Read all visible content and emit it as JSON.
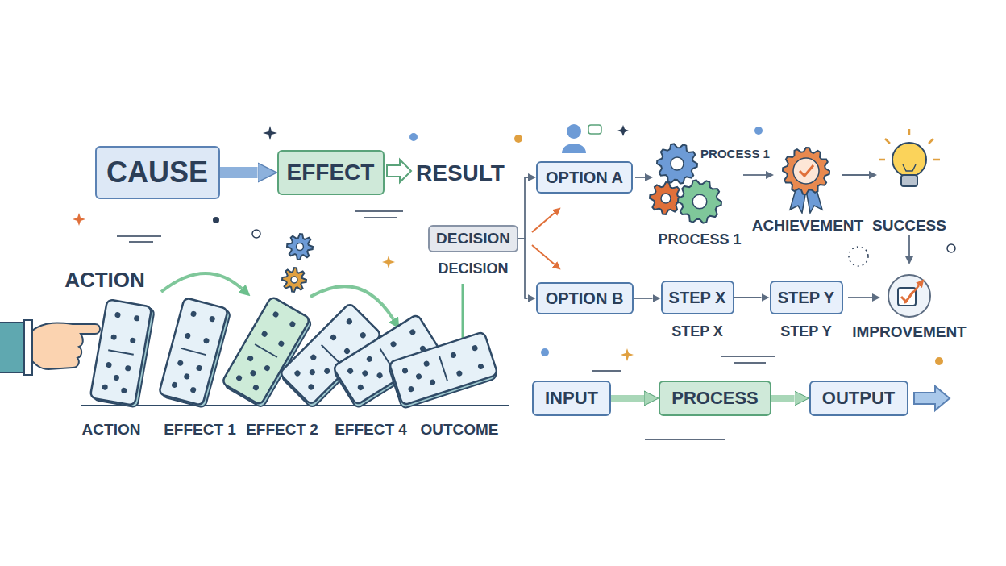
{
  "diagram": {
    "nodes": [
      {
        "text": [
          "CAUSE"
        ]
      },
      {
        "text": [
          "EFFECT"
        ]
      },
      {
        "text": [
          "DECISION"
        ]
      },
      {
        "text": [
          "OPTION A"
        ]
      },
      {
        "text": [
          "OPTION B"
        ]
      },
      {
        "text": [
          "STEP X"
        ]
      },
      {
        "text": [
          "STEP Y"
        ]
      },
      {
        "text": [
          "INPUT"
        ]
      },
      {
        "text": [
          "PROCESS"
        ]
      },
      {
        "text": [
          "OUTPUT"
        ]
      }
    ],
    "edges": [
      {
        "from": 0,
        "to": 1,
        "arrow": "to"
      },
      {
        "from": 2,
        "to": 3,
        "arrow": "to"
      },
      {
        "from": 2,
        "to": 4,
        "arrow": "to"
      },
      {
        "from": 4,
        "to": 5,
        "arrow": "to"
      },
      {
        "from": 5,
        "to": 6,
        "arrow": "to"
      },
      {
        "from": 7,
        "to": 8,
        "arrow": "to"
      },
      {
        "from": 8,
        "to": 9,
        "arrow": "to"
      }
    ],
    "labels": [
      "RESULT",
      "ACTION",
      "ACTION",
      "EFFECT 1",
      "EFFECT 2",
      "EFFECT 4",
      "OUTCOME",
      "DECISION",
      "PROCESS 1",
      "PROCESS 1",
      "ACHIEVEMENT",
      "SUCCESS",
      "STEP X",
      "STEP Y",
      "IMPROVEMENT"
    ]
  }
}
